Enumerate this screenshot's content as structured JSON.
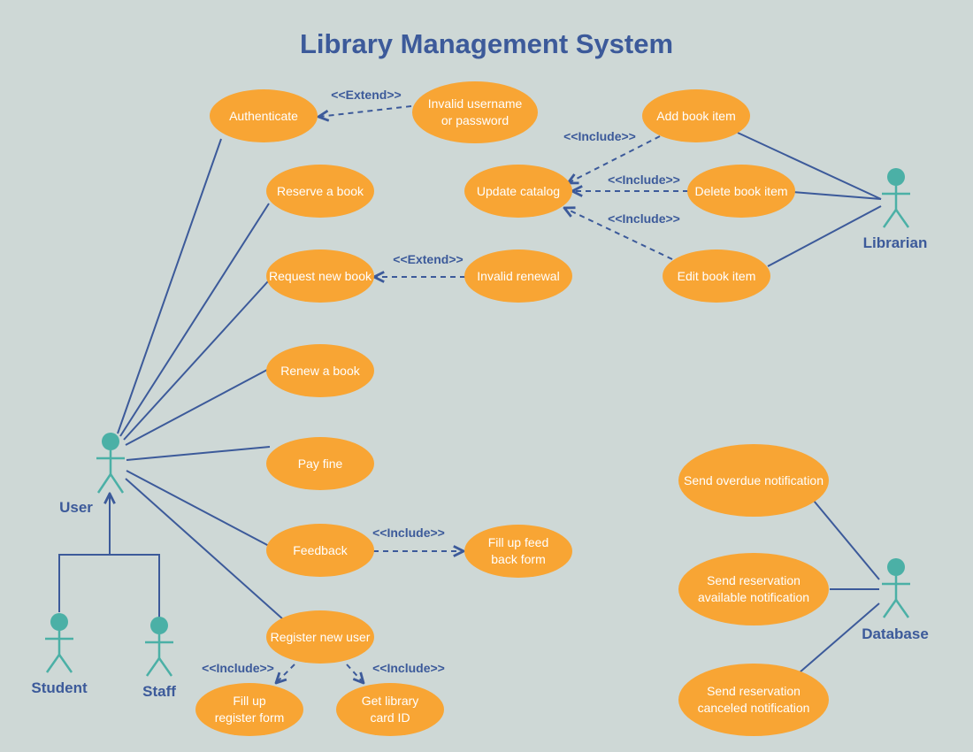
{
  "title": "Library Management System",
  "actors": {
    "user": "User",
    "student": "Student",
    "staff": "Staff",
    "librarian": "Librarian",
    "database": "Database"
  },
  "use_cases": {
    "authenticate": [
      "Authenticate"
    ],
    "invalid_username": [
      "Invalid username",
      "or password"
    ],
    "reserve_book": [
      "Reserve a book"
    ],
    "request_new_book": [
      "Request new book"
    ],
    "invalid_renewal": [
      "Invalid renewal"
    ],
    "renew_book": [
      "Renew a book"
    ],
    "pay_fine": [
      "Pay fine"
    ],
    "feedback": [
      "Feedback"
    ],
    "fill_feedback": [
      "Fill up feed",
      "back form"
    ],
    "register_user": [
      "Register new user"
    ],
    "fill_register": [
      "Fill up",
      "register form"
    ],
    "get_card": [
      "Get library",
      "card ID"
    ],
    "update_catalog": [
      "Update catalog"
    ],
    "add_book": [
      "Add book item"
    ],
    "delete_book": [
      "Delete book item"
    ],
    "edit_book": [
      "Edit book item"
    ],
    "send_overdue": [
      "Send overdue notification"
    ],
    "send_available": [
      "Send reservation",
      "available notification"
    ],
    "send_canceled": [
      "Send reservation",
      "canceled notification"
    ]
  },
  "relations": {
    "extend_auth": "<<Extend>>",
    "extend_renew": "<<Extend>>",
    "include_add": "<<Include>>",
    "include_delete": "<<Include>>",
    "include_edit": "<<Include>>",
    "include_feedback": "<<Include>>",
    "include_register_form": "<<Include>>",
    "include_card": "<<Include>>"
  },
  "colors": {
    "background": "#ced8d6",
    "use_case_fill": "#f8a534",
    "line": "#3c5a9a",
    "actor": "#4bb0a6"
  }
}
